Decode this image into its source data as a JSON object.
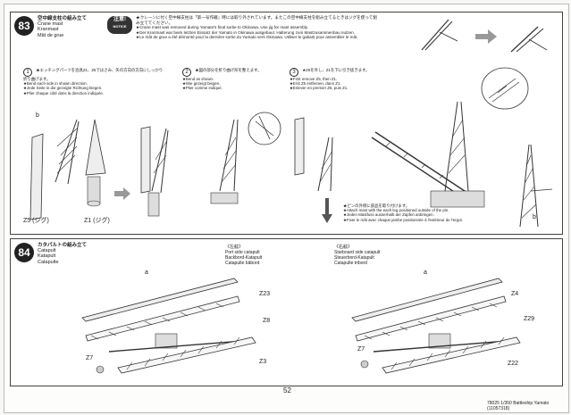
{
  "step83": {
    "number": "83",
    "title_jp": "空中線支柱の組み立て",
    "title_en": "Crane mast",
    "title_de": "Kranmast",
    "title_fr": "Mât de grue",
    "notice_jp": "注意!",
    "notice_en": "NOTICE",
    "notice_lines": [
      "★クレーンに付く空中線支柱は「第一号作戦」時には取り外されています。またこの空中線支柱を組み立てるときはジグを使って組み立ててください。",
      "★Crane mast was removed during Yamato's final sortie to Okinawa. Use jig for mast assembly.",
      "★Der Kranmast war beim letzten Einsatz der Yamato in Okinawa ausgebaut. Halterung zum Mastzusammenbau nutzen.",
      "★Le mât de grue a été démonté pour la dernière sortie du Yamato vers Okinawa. Utiliser le gabarit pour assembler le mât."
    ],
    "sub1": {
      "num": "1",
      "lines": [
        "★エッチングパーツを治具Z1、Z5ではさみ、矢の方向の方向にしっかり折り曲げます。",
        "★Bend each side in shown direction.",
        "★Jede Seite in die gezeigte Richtung biegen.",
        "★Plier chaque côté dans la direction indiquée."
      ]
    },
    "sub2": {
      "num": "2",
      "lines": [
        "★図の部分を折り曲げ形を整えます。",
        "★Bend as shown.",
        "★Wie gezeigt biegen.",
        "★Plier comme indiqué."
      ]
    },
    "sub3": {
      "num": "3",
      "lines": [
        "★Z5を外し、Z1を下に引き抜きます。",
        "★First remove Z5, then Z1.",
        "★Erst Z5 entfernen, dann Z1.",
        "★Enlever en premier Z5, puis Z1."
      ]
    },
    "labels": {
      "z5": "Z5 (ジグ)",
      "z1": "Z1 (ジグ)",
      "b": "b"
    },
    "pin_note": [
      "★ピンの外側に部品を取り付けます。",
      "★Attach mast with the each leg positioned outside of the pin.",
      "★Jeden Mastfuss ausserhalb der Zapfen anbringen.",
      "★Fixer le mât avec chaque jambe positionnée à l'extérieur de l'ergot."
    ]
  },
  "step84": {
    "number": "84",
    "title_jp": "カタパルトの組み立て",
    "title_en": "Catapult",
    "title_de": "Katapult",
    "title_fr": "Catapulte",
    "port": {
      "jp": "《左舷》",
      "en": "Port side catapult",
      "de": "Backbord-Katapult",
      "fr": "Catapulte bâbord"
    },
    "starboard": {
      "jp": "《右舷》",
      "en": "Starboard side catapult",
      "de": "Steuerbord-Katapult",
      "fr": "Catapulte tribord"
    },
    "labels": {
      "a": "a",
      "z23": "Z23",
      "z8": "Z8",
      "z7": "Z7",
      "z3": "Z3",
      "z4": "Z4",
      "z29": "Z29",
      "z22": "Z22"
    }
  },
  "footer": {
    "page": "52",
    "ref": "78025 1/350 Battleship Yamato (11057318)"
  }
}
